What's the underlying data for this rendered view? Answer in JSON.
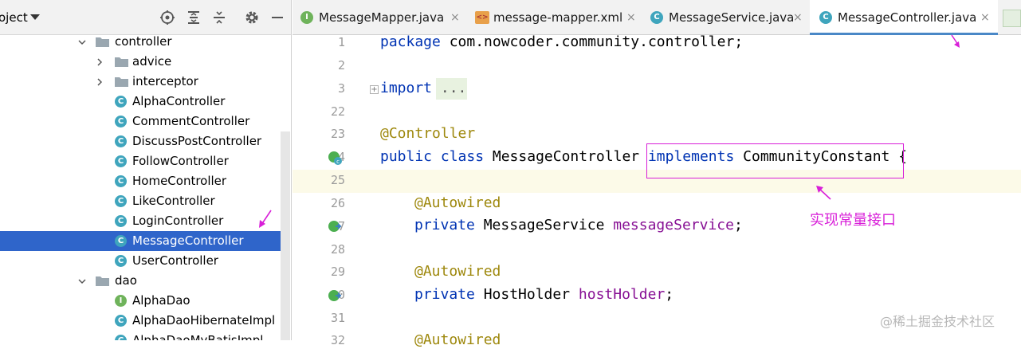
{
  "project_panel": {
    "title": "oject",
    "tree": [
      {
        "label": "controller",
        "kind": "folder",
        "expanded": true
      },
      {
        "label": "advice",
        "kind": "folder",
        "expanded": false
      },
      {
        "label": "interceptor",
        "kind": "folder",
        "expanded": false
      },
      {
        "label": "AlphaController",
        "kind": "class"
      },
      {
        "label": "CommentController",
        "kind": "class"
      },
      {
        "label": "DiscussPostController",
        "kind": "class"
      },
      {
        "label": "FollowController",
        "kind": "class"
      },
      {
        "label": "HomeController",
        "kind": "class"
      },
      {
        "label": "LikeController",
        "kind": "class"
      },
      {
        "label": "LoginController",
        "kind": "class"
      },
      {
        "label": "MessageController",
        "kind": "class",
        "selected": true
      },
      {
        "label": "UserController",
        "kind": "class"
      },
      {
        "label": "dao",
        "kind": "folder",
        "expanded": true
      },
      {
        "label": "AlphaDao",
        "kind": "interface"
      },
      {
        "label": "AlphaDaoHibernateImpl",
        "kind": "class"
      },
      {
        "label": "AlphaDaoMyBatisImpl",
        "kind": "class"
      }
    ]
  },
  "tabs": [
    {
      "label": "MessageMapper.java",
      "icon": "interface-icon",
      "icon_letter": "I",
      "close": "×"
    },
    {
      "label": "message-mapper.xml",
      "icon": "xml-file-icon",
      "icon_letter": "<>",
      "close": "×"
    },
    {
      "label": "MessageService.java",
      "icon": "class-icon",
      "icon_letter": "C",
      "close": "×"
    },
    {
      "label": "MessageController.java",
      "icon": "class-icon",
      "icon_letter": "C",
      "close": "×",
      "active": true
    }
  ],
  "editor": {
    "line_numbers": [
      "1",
      "2",
      "3",
      "22",
      "23",
      "24",
      "25",
      "26",
      "27",
      "28",
      "29",
      "30",
      "31",
      "32"
    ],
    "code": {
      "l1_kw": "package",
      "l1_rest": " com.nowcoder.community.controller;",
      "l3_kw": "import",
      "l3_dots": "...",
      "l23_ann": "@Controller",
      "l24_kw1": "public class",
      "l24_name": " MessageController ",
      "l24_kw2": "implements",
      "l24_iface": " CommunityConstant ",
      "l24_brace": "{",
      "l26_ann": "@Autowired",
      "l27_kw": "private",
      "l27_type": " MessageService ",
      "l27_field": "messageService",
      "l27_semi": ";",
      "l29_ann": "@Autowired",
      "l30_kw": "private",
      "l30_type": " HostHolder ",
      "l30_field": "hostHolder",
      "l30_semi": ";",
      "l32_ann": "@Autowired"
    }
  },
  "annotation": {
    "label": "实现常量接口",
    "color": "#d81fd8"
  },
  "watermark": "@稀土掘金技术社区",
  "colors": {
    "keyword": "#0033b3",
    "annotation": "#9e880d",
    "field": "#871094",
    "selection": "#2f65ca",
    "class_icon": "#3fa5bd",
    "interface_icon": "#6fb35b"
  }
}
